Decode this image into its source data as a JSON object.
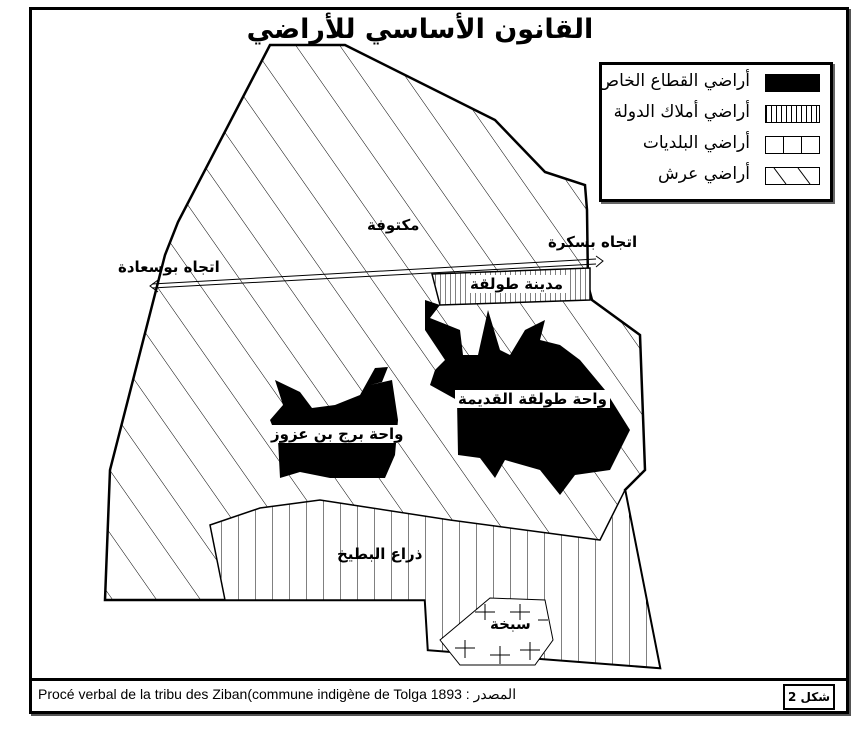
{
  "title": "القانون الأساسي للأراضي",
  "legend": [
    {
      "label": "أراضي القطاع الخاص",
      "pattern": "solid-black"
    },
    {
      "label": "أراضي أملاك الدولة",
      "pattern": "dense-vertical"
    },
    {
      "label": "أراضي البلديات",
      "pattern": "sparse-vertical"
    },
    {
      "label": "أراضي عرش",
      "pattern": "diagonal"
    }
  ],
  "labels": {
    "maktoufa": "مكتوفة",
    "to_biskra": "اتجاه بسكرة",
    "to_bousaada": "اتجاه بوسعادة",
    "touggourt_town": "مدينة طولقة",
    "old_oasis": "واحة طولقة القديمة",
    "borj_oasis": "واحة برج بن عزوز",
    "dhraa": "ذراع البطيخ",
    "sebkha": "سبخة"
  },
  "footer": {
    "source": "Procé verbal de la tribu des Ziban(commune indigène de Tolga 1893 : المصدر",
    "figure": "شكل 2"
  }
}
